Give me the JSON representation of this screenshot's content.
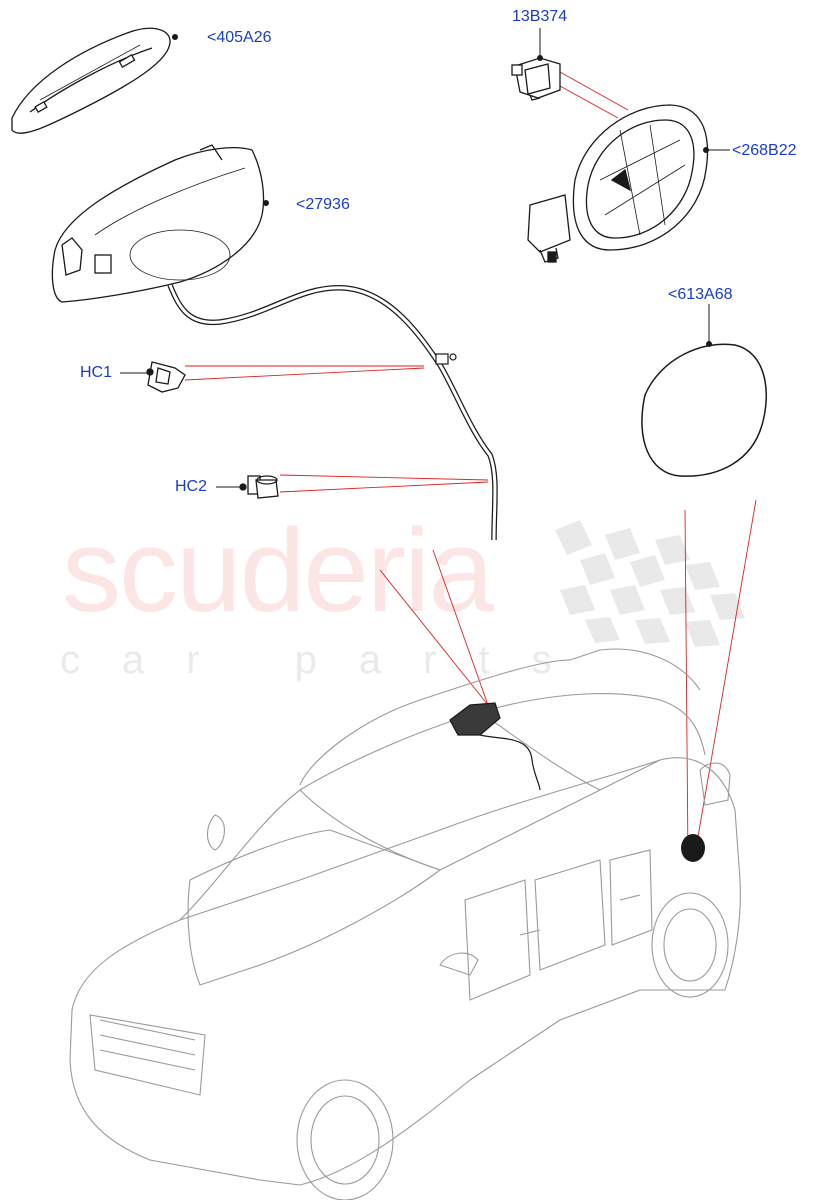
{
  "watermark": {
    "brand": "scuderia",
    "tagline": "car parts"
  },
  "callouts": [
    {
      "id": "405A26",
      "text": "<405A26"
    },
    {
      "id": "13B374",
      "text": "13B374"
    },
    {
      "id": "268B22",
      "text": "<268B22"
    },
    {
      "id": "27936",
      "text": "<27936"
    },
    {
      "id": "613A68",
      "text": "<613A68"
    },
    {
      "id": "HC1",
      "text": "HC1"
    },
    {
      "id": "HC2",
      "text": "HC2"
    }
  ],
  "colors": {
    "label": "#1a3cc8",
    "leader": "#e02020",
    "part_outline": "#1a1a1a",
    "vehicle_outline": "#9a9a9a"
  }
}
